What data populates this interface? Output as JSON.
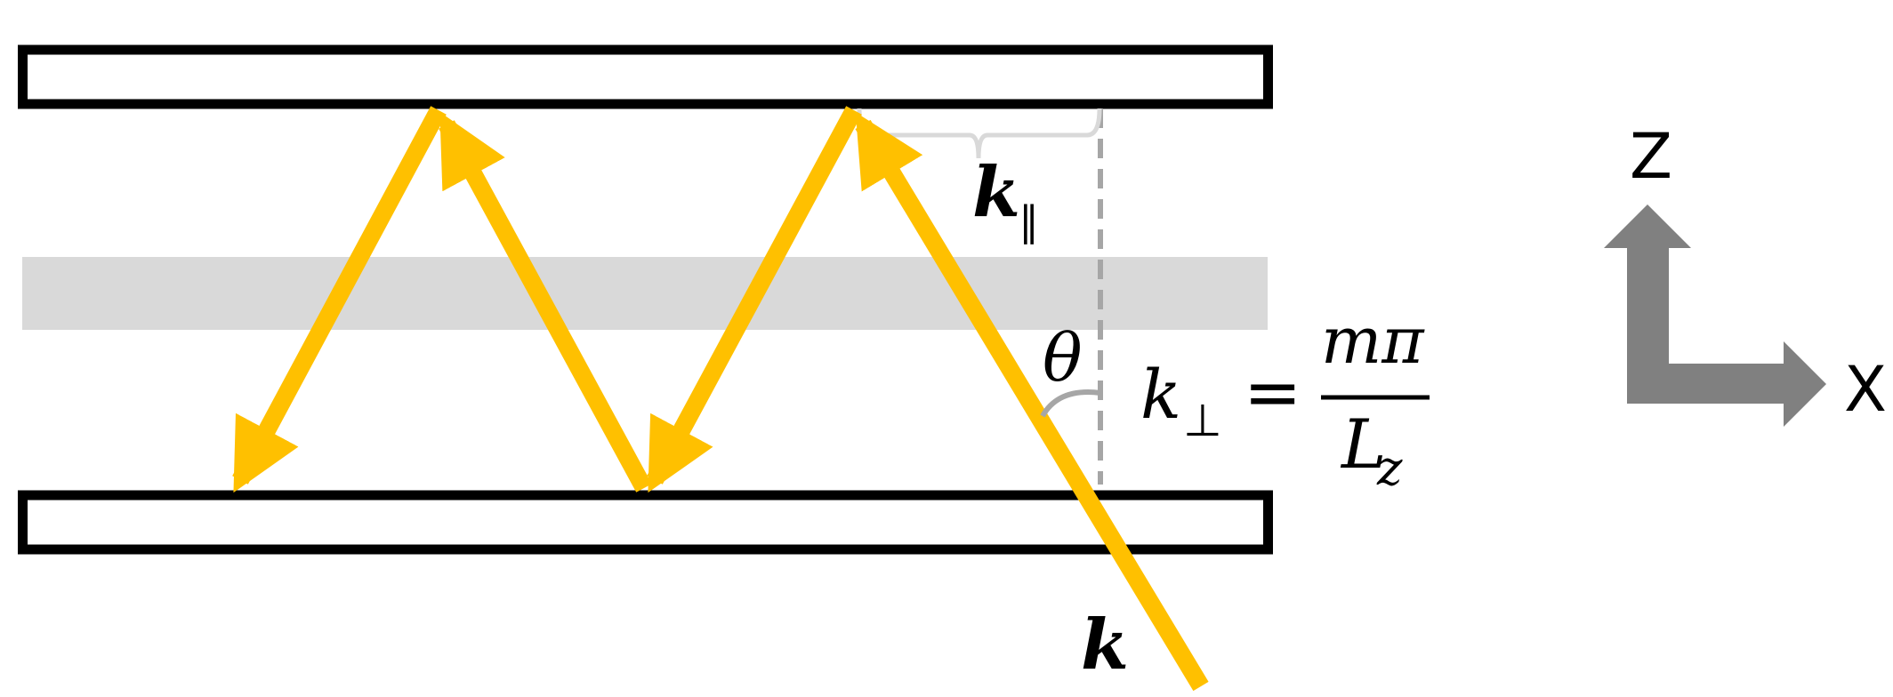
{
  "diagram": {
    "title": "Waveguide mode: ray bouncing between two parallel mirrors",
    "colors": {
      "mirror_stroke": "#000000",
      "mirror_fill": "#ffffff",
      "core_band": "#d9d9d9",
      "ray": "#ffc000",
      "dashed_normal": "#a6a6a6",
      "brace": "#d9d9d9",
      "angle_arc": "#a6a6a6",
      "axes": "#808080",
      "text": "#000000"
    },
    "labels": {
      "k_parallel_main": "k",
      "k_parallel_sub": "∥",
      "theta": "θ",
      "k_perp_main": "k",
      "k_perp_sub": "⊥",
      "equals": "=",
      "numerator": "mπ",
      "denominator_main": "L",
      "denominator_sub": "z",
      "k_incident": "k"
    },
    "equation": "k⊥ = mπ / Lz",
    "axes": {
      "vertical_label": "Z",
      "horizontal_label": "X"
    },
    "elements": {
      "top_mirror": "top-mirror",
      "bottom_mirror": "bottom-mirror",
      "core_band": "guided-core-band",
      "ray_segments": 4,
      "incident_ray": "incident-wavevector-k"
    }
  }
}
